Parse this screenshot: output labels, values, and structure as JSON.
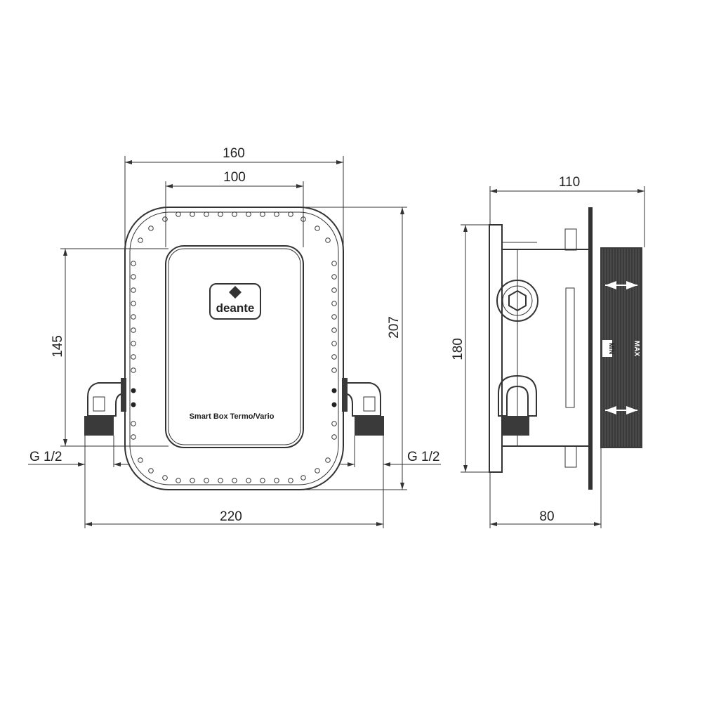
{
  "front_view": {
    "width_outer": "160",
    "width_inner": "100",
    "height_outer": "207",
    "height_inner": "145",
    "width_total": "220",
    "thread_left": "G 1/2",
    "thread_right": "G 1/2",
    "brand": "deante",
    "product_label": "Smart Box Termo/Vario"
  },
  "side_view": {
    "depth_total": "110",
    "height": "180",
    "depth_min": "80",
    "min_label": "MIN",
    "max_label": "MAX"
  },
  "colors": {
    "line": "#333333",
    "thread": "#3a3a3a"
  }
}
